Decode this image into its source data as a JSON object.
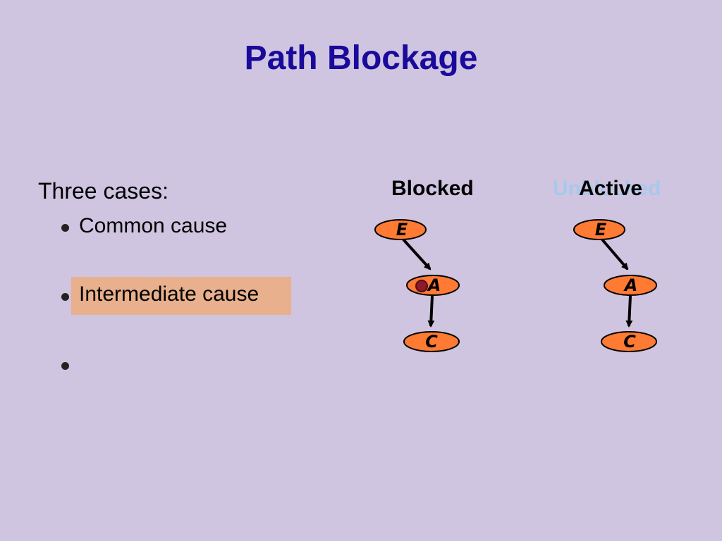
{
  "title": "Path Blockage",
  "intro": "Three cases:",
  "bullets": [
    {
      "text": "Common cause",
      "highlighted": false
    },
    {
      "text": "Intermediate cause",
      "highlighted": true
    },
    {
      "text": "",
      "highlighted": false
    }
  ],
  "columns": {
    "left": {
      "label": "Blocked"
    },
    "right": {
      "label": "Active",
      "ghost_label": "Unblocked"
    }
  },
  "nodes": {
    "left": [
      "E",
      "A",
      "C"
    ],
    "right": [
      "E",
      "A",
      "C"
    ]
  },
  "colors": {
    "background": "#cfc5e0",
    "title": "#1a0a9c",
    "node_fill": "#ff7a33",
    "highlight": "#e8b08c",
    "evidence_marker": "#8b1a2a",
    "ghost_text": "#a8c8ec"
  }
}
